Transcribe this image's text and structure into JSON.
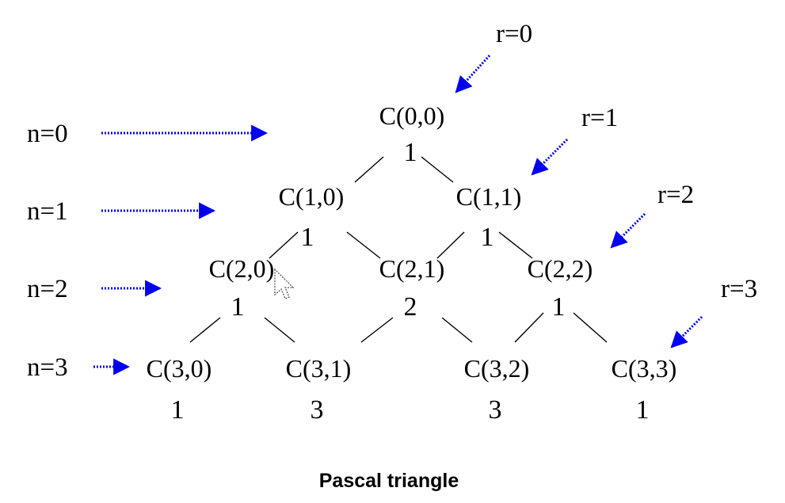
{
  "caption": "Pascal triangle",
  "colors": {
    "arrow": "#0000ee",
    "ink": "#000000",
    "background": "#ffffff"
  },
  "row_labels": [
    "n=0",
    "n=1",
    "n=2",
    "n=3"
  ],
  "column_labels": [
    "r=0",
    "r=1",
    "r=2",
    "r=3"
  ],
  "nodes": [
    {
      "label": "C(0,0)",
      "value": "1",
      "n": 0,
      "r": 0
    },
    {
      "label": "C(1,0)",
      "value": "1",
      "n": 1,
      "r": 0
    },
    {
      "label": "C(1,1)",
      "value": "1",
      "n": 1,
      "r": 1
    },
    {
      "label": "C(2,0)",
      "value": "1",
      "n": 2,
      "r": 0
    },
    {
      "label": "C(2,1)",
      "value": "2",
      "n": 2,
      "r": 1
    },
    {
      "label": "C(2,2)",
      "value": "1",
      "n": 2,
      "r": 2
    },
    {
      "label": "C(3,0)",
      "value": "1",
      "n": 3,
      "r": 0
    },
    {
      "label": "C(3,1)",
      "value": "3",
      "n": 3,
      "r": 1
    },
    {
      "label": "C(3,2)",
      "value": "3",
      "n": 3,
      "r": 2
    },
    {
      "label": "C(3,3)",
      "value": "1",
      "n": 3,
      "r": 3
    }
  ],
  "icons": {
    "cursor": "mouse-pointer-icon"
  }
}
